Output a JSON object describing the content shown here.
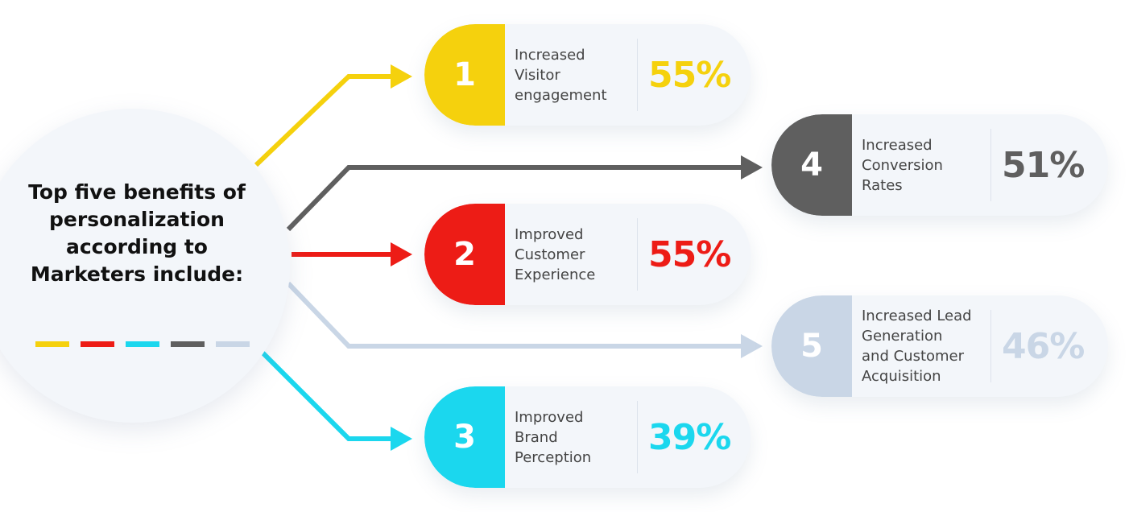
{
  "title": "Top five benefits of personalization according to Marketers include:",
  "legend_colors": [
    "#f5d10d",
    "#ed1c16",
    "#1bd7ee",
    "#5f5f5f",
    "#c9d6e6"
  ],
  "benefits": [
    {
      "rank": "1",
      "label": "Increased\nVisitor\nengagement",
      "value": "55%",
      "color": "#f5d10d"
    },
    {
      "rank": "2",
      "label": "Improved\nCustomer\nExperience",
      "value": "55%",
      "color": "#ed1c16"
    },
    {
      "rank": "3",
      "label": "Improved\nBrand\nPerception",
      "value": "39%",
      "color": "#1bd7ee"
    },
    {
      "rank": "4",
      "label": "Increased\nConversion\nRates",
      "value": "51%",
      "color": "#5f5f5f"
    },
    {
      "rank": "5",
      "label": "Increased Lead\nGeneration\nand Customer\nAcquisition",
      "value": "46%",
      "color": "#c9d6e6"
    }
  ]
}
